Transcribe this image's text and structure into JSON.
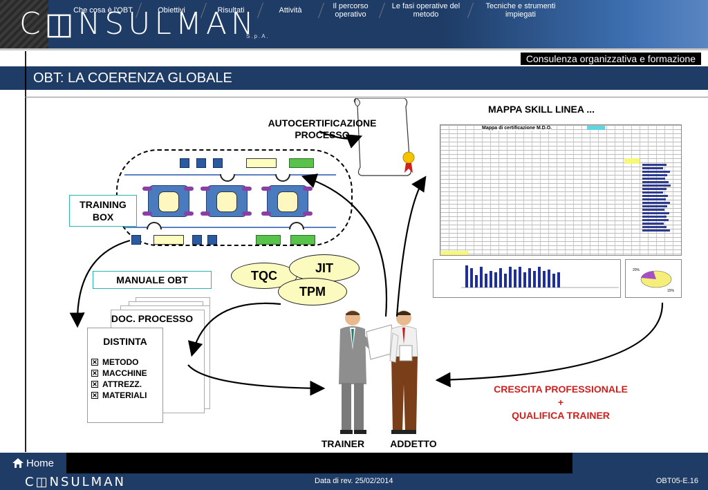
{
  "header": {
    "logo": "C◫NSULMAN",
    "logo_sub": "S.p.A.",
    "subtitle": "Consulenza organizzativa e formazione"
  },
  "title": "OBT: LA COERENZA GLOBALE",
  "content": {
    "autocert": "AUTOCERTIFICAZIONE PROCESSO",
    "mappa": "MAPPA SKILL LINEA ...",
    "training_box": "TRAINING BOX",
    "manuale": "MANUALE OBT",
    "doc_processo": "DOC. PROCESSO",
    "distinta": "DISTINTA",
    "checklist": [
      "METODO",
      "MACCHINE",
      "ATTREZZ.",
      "MATERIALI"
    ],
    "tqc": "TQC",
    "jit": "JIT",
    "tpm": "TPM",
    "crescita_1": "CRESCITA PROFESSIONALE",
    "crescita_plus": "+",
    "crescita_2": "QUALIFICA TRAINER",
    "trainer": "TRAINER",
    "addetto": "ADDETTO",
    "sheet_title": "Mappa di certificazione M.D.O.",
    "pie_labels": [
      "20%",
      "15%"
    ]
  },
  "nav": {
    "home": "Home",
    "items": [
      "Che cosa è l'OBT",
      "Obiettivi",
      "Risultati",
      "Attività",
      "Il percorso operativo",
      "Le fasi operative del metodo",
      "Tecniche e strumenti impiegati"
    ]
  },
  "footer": {
    "logo": "C◫NSULMAN",
    "date": "Data di rev. 25/02/2014",
    "code": "OBT05-E.16"
  },
  "colors": {
    "navy": "#1e3c66",
    "red_text": "#d0201e",
    "teal_border": "#2bb3b3"
  }
}
